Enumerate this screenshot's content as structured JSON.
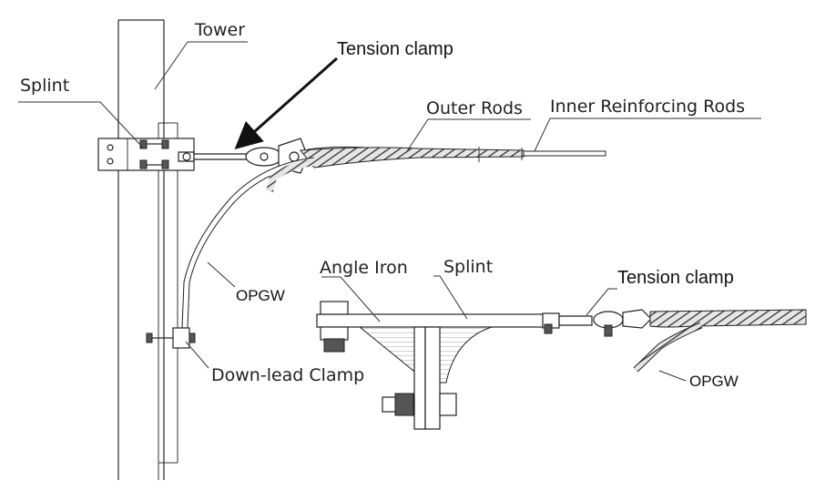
{
  "labels": {
    "tower": "Tower",
    "splint_left": "Splint",
    "tension_clamp_top": "Tension clamp",
    "outer_rods": "Outer Rods",
    "inner_rods": "Inner Reinforcing Rods",
    "opgw_left": "OPGW",
    "angle_iron": "Angle Iron",
    "splint_right": "Splint",
    "tension_clamp_bottom": "Tension clamp",
    "down_lead_clamp": "Down-lead Clamp",
    "opgw_right": "OPGW"
  },
  "colors": {
    "line": "#2a2a2a",
    "hatch": "#666666",
    "background": "#ffffff"
  }
}
